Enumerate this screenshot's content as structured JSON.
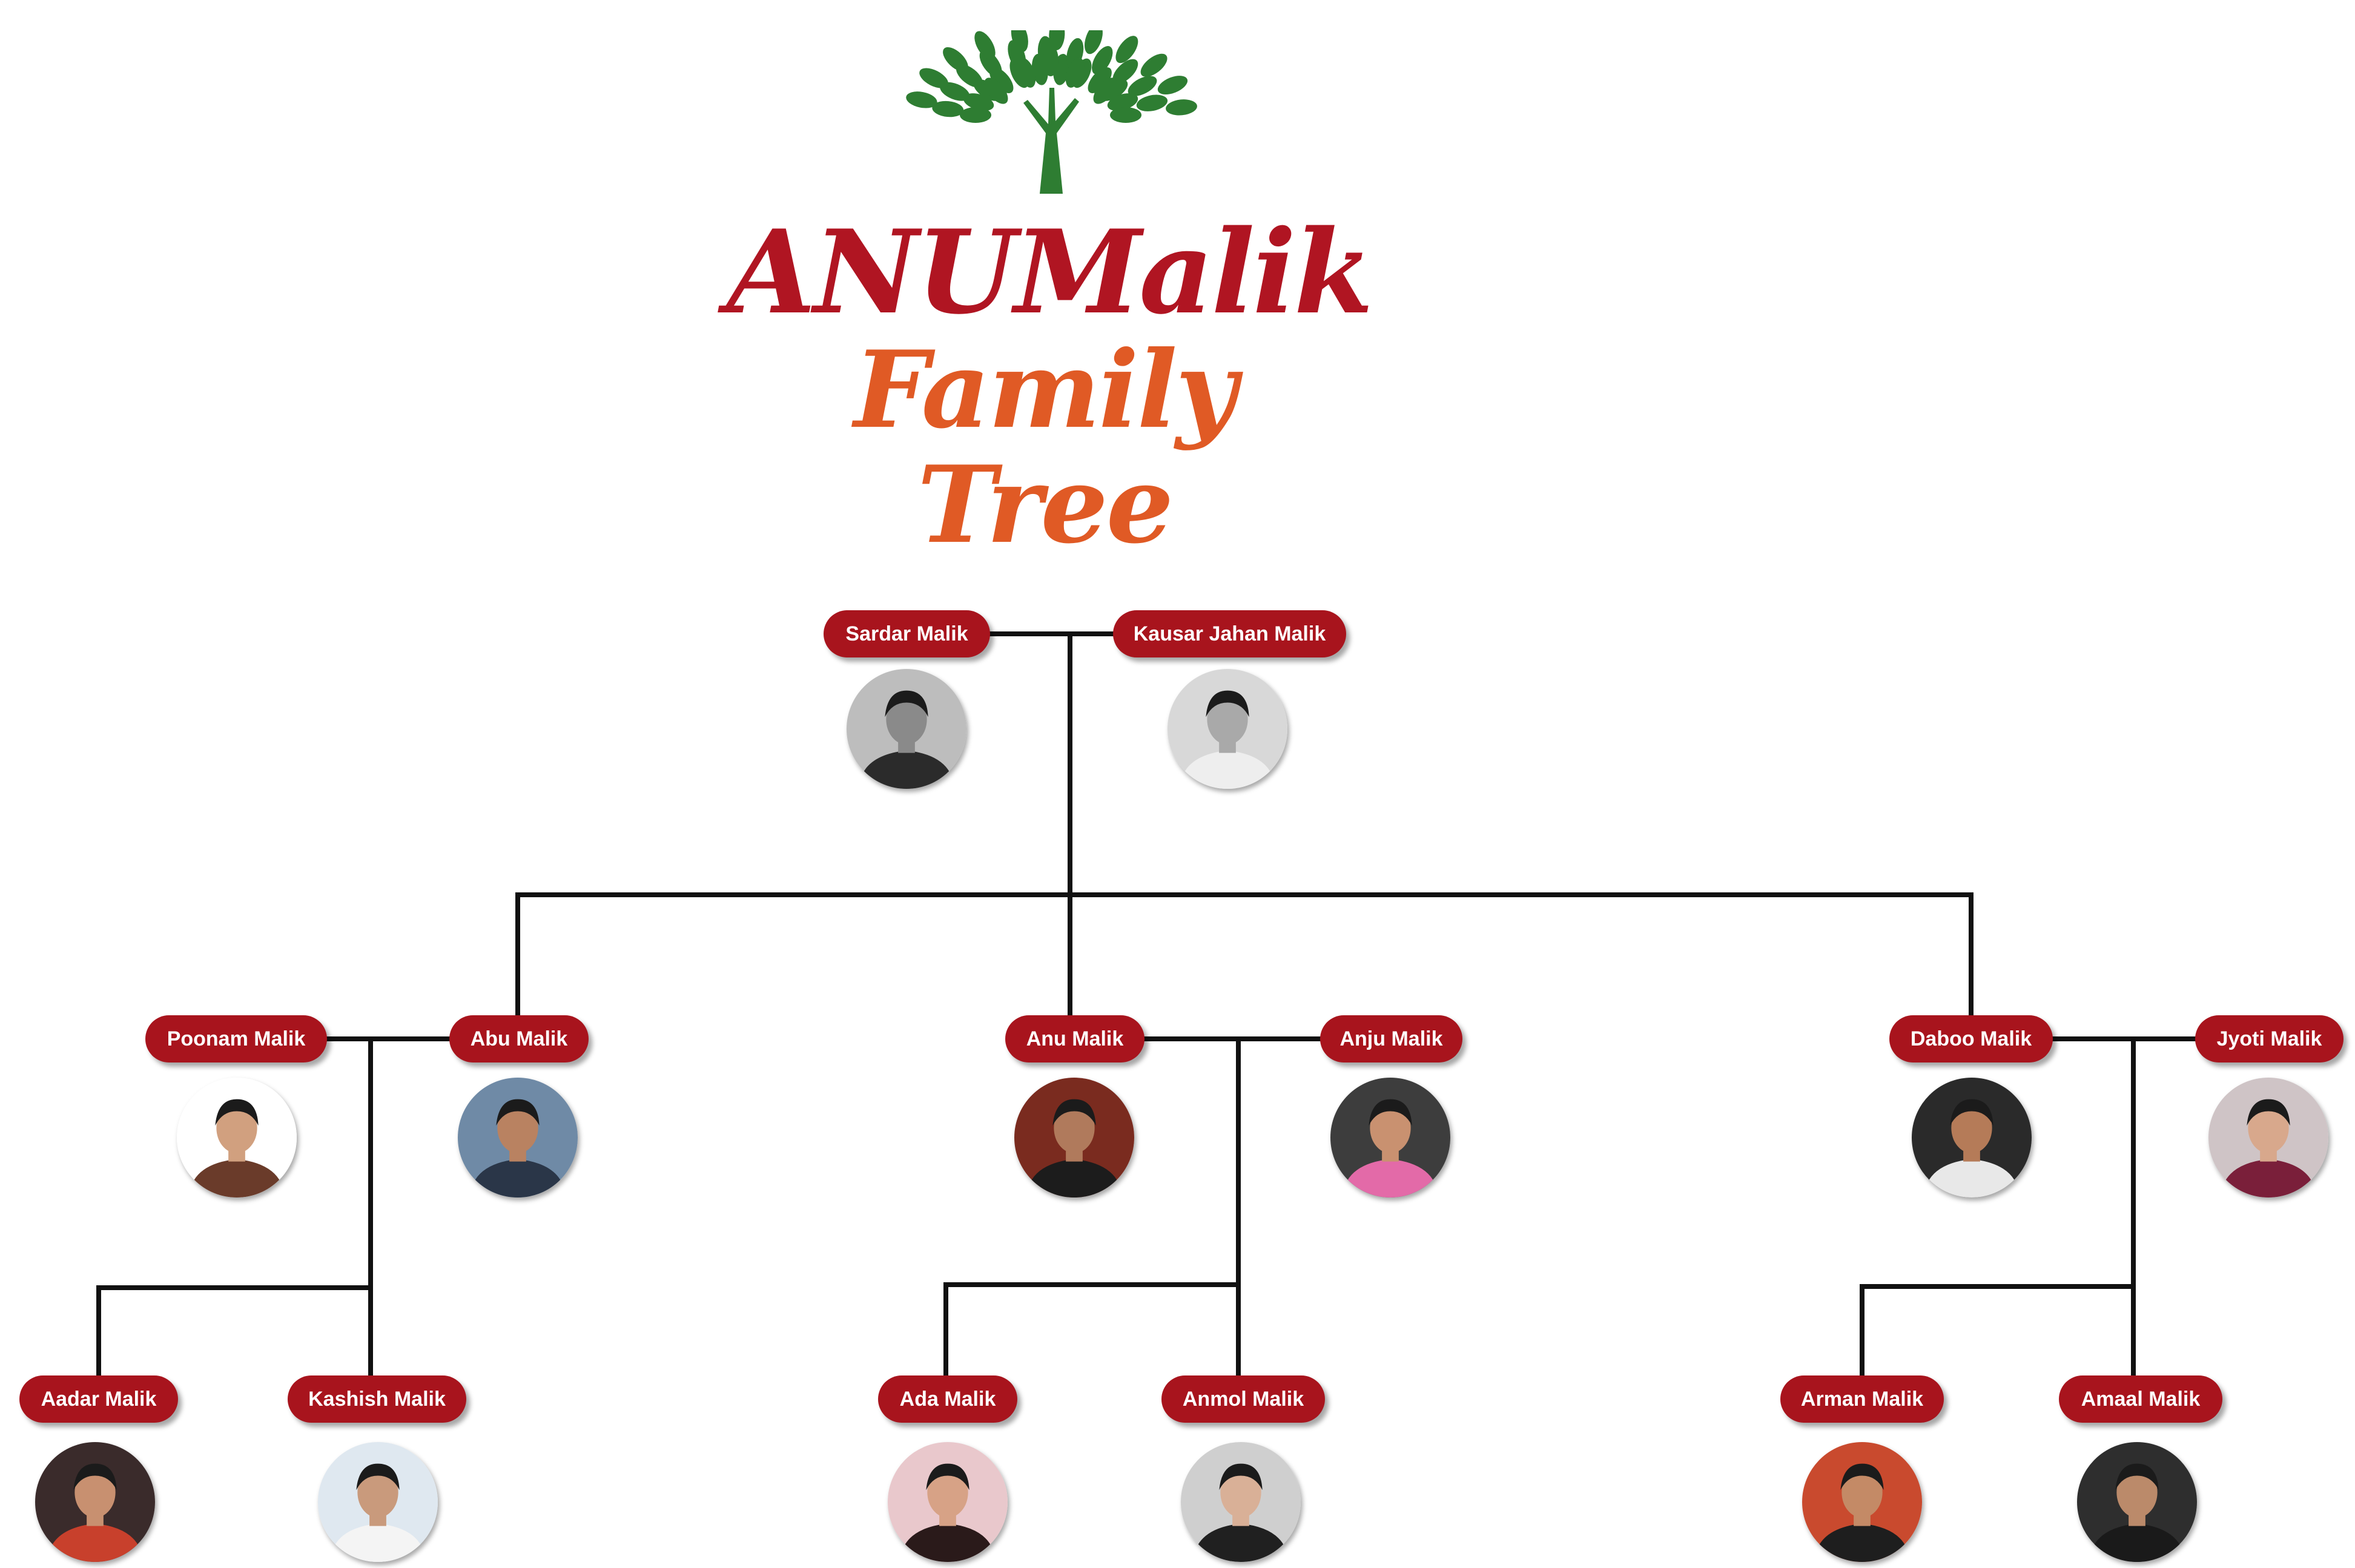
{
  "title": {
    "line1": "ANUMalik",
    "line2": "Family Tree"
  },
  "colors": {
    "accent": "#a8141d",
    "title_red": "#b01522",
    "title_orange": "#e05a25",
    "tree_green": "#2e7d32",
    "connector": "#111111"
  },
  "icons": {
    "logo": "tree-icon",
    "portrait": "person-photo"
  },
  "members": {
    "sardar": {
      "name": "Sardar Malik",
      "photo_bg": "#bdbdbd",
      "skin": "#8a8a8a",
      "clothes": "#2b2b2b"
    },
    "kausar": {
      "name": "Kausar Jahan Malik",
      "photo_bg": "#d8d8d8",
      "skin": "#a9a9a9",
      "clothes": "#eeeeee"
    },
    "poonam": {
      "name": "Poonam Malik",
      "photo_bg": "#ffffff",
      "skin": "#d1a07f",
      "clothes": "#6a3b2a"
    },
    "abu": {
      "name": "Abu Malik",
      "photo_bg": "#6f8aa6",
      "skin": "#b98261",
      "clothes": "#2a3648"
    },
    "anu": {
      "name": "Anu Malik",
      "photo_bg": "#7a2b1f",
      "skin": "#b07a5c",
      "clothes": "#1c1c1c"
    },
    "anju": {
      "name": "Anju Malik",
      "photo_bg": "#3d3d3d",
      "skin": "#c99170",
      "clothes": "#e36aa8"
    },
    "daboo": {
      "name": "Daboo Malik",
      "photo_bg": "#2a2a2a",
      "skin": "#b57b58",
      "clothes": "#e8e8e8"
    },
    "jyoti": {
      "name": "Jyoti Malik",
      "photo_bg": "#cfc4c6",
      "skin": "#d8a88c",
      "clothes": "#7a1f3a"
    },
    "aadar": {
      "name": "Aadar Malik",
      "photo_bg": "#3a2b2b",
      "skin": "#c89070",
      "clothes": "#c8402c"
    },
    "kashish": {
      "name": "Kashish Malik",
      "photo_bg": "#dfe8f0",
      "skin": "#c99a7c",
      "clothes": "#f4f4f4"
    },
    "ada": {
      "name": "Ada Malik",
      "photo_bg": "#e9c8cc",
      "skin": "#d7a286",
      "clothes": "#2a1a1a"
    },
    "anmol": {
      "name": "Anmol Malik",
      "photo_bg": "#cfcfcf",
      "skin": "#d9b097",
      "clothes": "#202020"
    },
    "arman": {
      "name": "Arman Malik",
      "photo_bg": "#c94a2e",
      "skin": "#c48a66",
      "clothes": "#1e1e1e"
    },
    "amaal": {
      "name": "Amaal Malik",
      "photo_bg": "#2e2e2e",
      "skin": "#bb8a6a",
      "clothes": "#1a1a1a"
    }
  }
}
